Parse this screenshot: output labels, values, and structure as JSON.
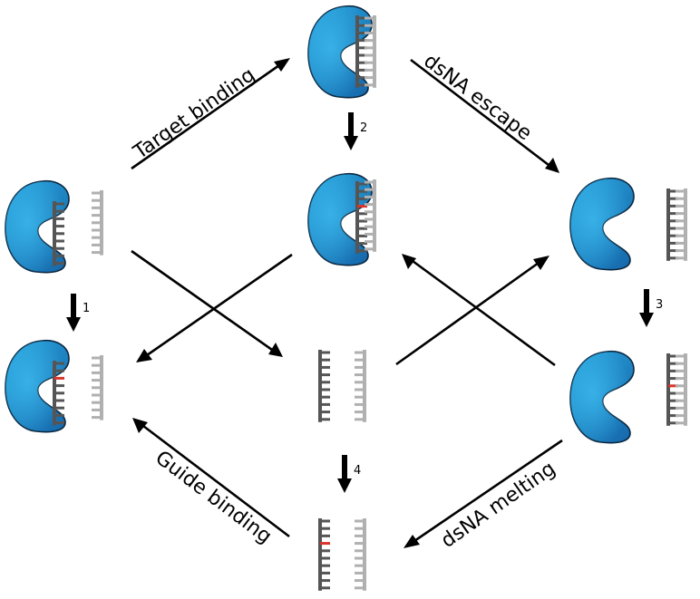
{
  "colors": {
    "protein_light": "#2aa7e0",
    "protein_dark": "#1565a8",
    "guide_strand": "#555555",
    "target_strand": "#b0b0b0",
    "mismatch": "#d9332b",
    "arrow": "#000000"
  },
  "labels": {
    "target_binding": "Target binding",
    "dsna_escape": "dsNA escape",
    "guide_binding": "Guide binding",
    "dsna_melting": "dsNA melting"
  },
  "steps": [
    "1",
    "2",
    "3",
    "4"
  ],
  "states": [
    {
      "id": "protein-guide-target-bound",
      "protein": true,
      "guide": true,
      "target": true,
      "bound": true,
      "mismatch": false
    },
    {
      "id": "protein-guide-free-target",
      "protein": true,
      "guide": true,
      "target": true,
      "bound": false,
      "mismatch": false
    },
    {
      "id": "protein-guide-mismatch-bound",
      "protein": true,
      "guide": true,
      "target": true,
      "bound": true,
      "mismatch": true
    },
    {
      "id": "empty-protein-free-duplex",
      "protein": true,
      "guide": true,
      "target": true,
      "bound": false,
      "mismatch": false
    },
    {
      "id": "protein-guide-mismatch-free-target",
      "protein": true,
      "guide": true,
      "target": true,
      "bound": false,
      "mismatch": true
    },
    {
      "id": "free-guide-free-target",
      "protein": false,
      "guide": true,
      "target": true,
      "bound": false,
      "mismatch": false
    },
    {
      "id": "empty-protein-mismatch-duplex",
      "protein": true,
      "guide": true,
      "target": true,
      "bound": false,
      "mismatch": true
    },
    {
      "id": "free-guide-mismatch-free-target",
      "protein": false,
      "guide": true,
      "target": true,
      "bound": false,
      "mismatch": true
    }
  ]
}
